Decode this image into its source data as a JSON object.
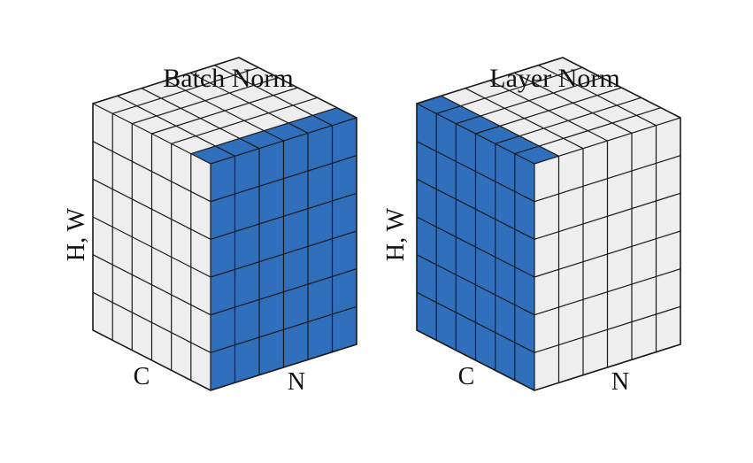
{
  "figure": {
    "batch_norm": {
      "title": "Batch Norm",
      "axis_hw": "H, W",
      "axis_c": "C",
      "axis_n": "N",
      "highlight": "N-slice"
    },
    "layer_norm": {
      "title": "Layer Norm",
      "axis_hw": "H, W",
      "axis_c": "C",
      "axis_n": "N",
      "highlight": "C-slice"
    },
    "grid_divisions": 6,
    "colors": {
      "highlight": "#2f6fbc",
      "face": "#eeeeee",
      "line": "#1a1a1a"
    }
  }
}
